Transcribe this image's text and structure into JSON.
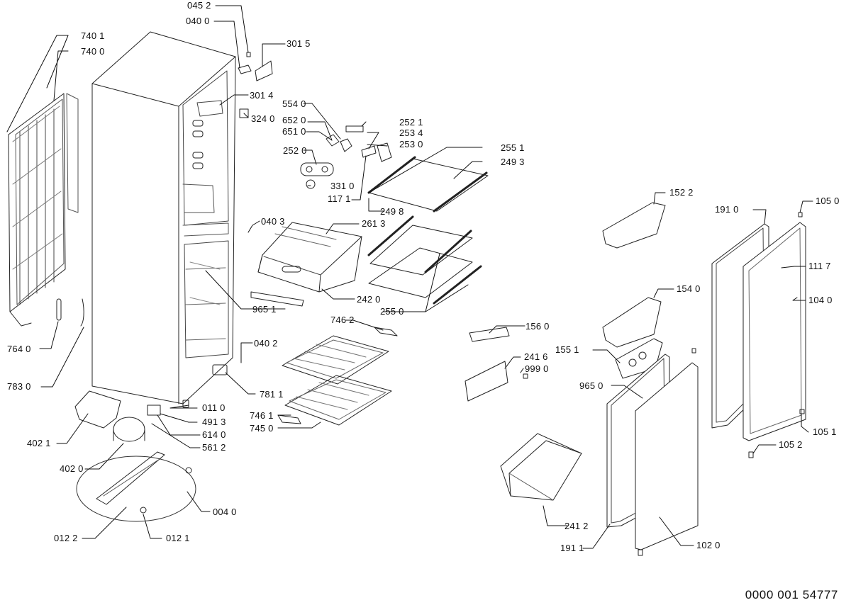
{
  "document_number": "0000 001 54777",
  "callouts": [
    "045 2",
    "040 0",
    "301 5",
    "740 1",
    "740 0",
    "301 4",
    "324 0",
    "554 0",
    "652 0",
    "651 0",
    "252 1",
    "253 4",
    "253 0",
    "252 0",
    "255 1",
    "249 3",
    "331 0",
    "117 1",
    "249 8",
    "040 3",
    "261 3",
    "242 0",
    "255 0",
    "965 1",
    "746 2",
    "156 0",
    "241 6",
    "999 0",
    "040 2",
    "781 1",
    "011 0",
    "491 3",
    "614 0",
    "561 2",
    "746 1",
    "745 0",
    "402 1",
    "402 0",
    "004 0",
    "012 2",
    "012 1",
    "764 0",
    "783 0",
    "152 2",
    "191 0",
    "105 0",
    "111 7",
    "104 0",
    "154 0",
    "155 1",
    "965 0",
    "105 1",
    "105 2",
    "241 2",
    "191 1",
    "102 0"
  ]
}
